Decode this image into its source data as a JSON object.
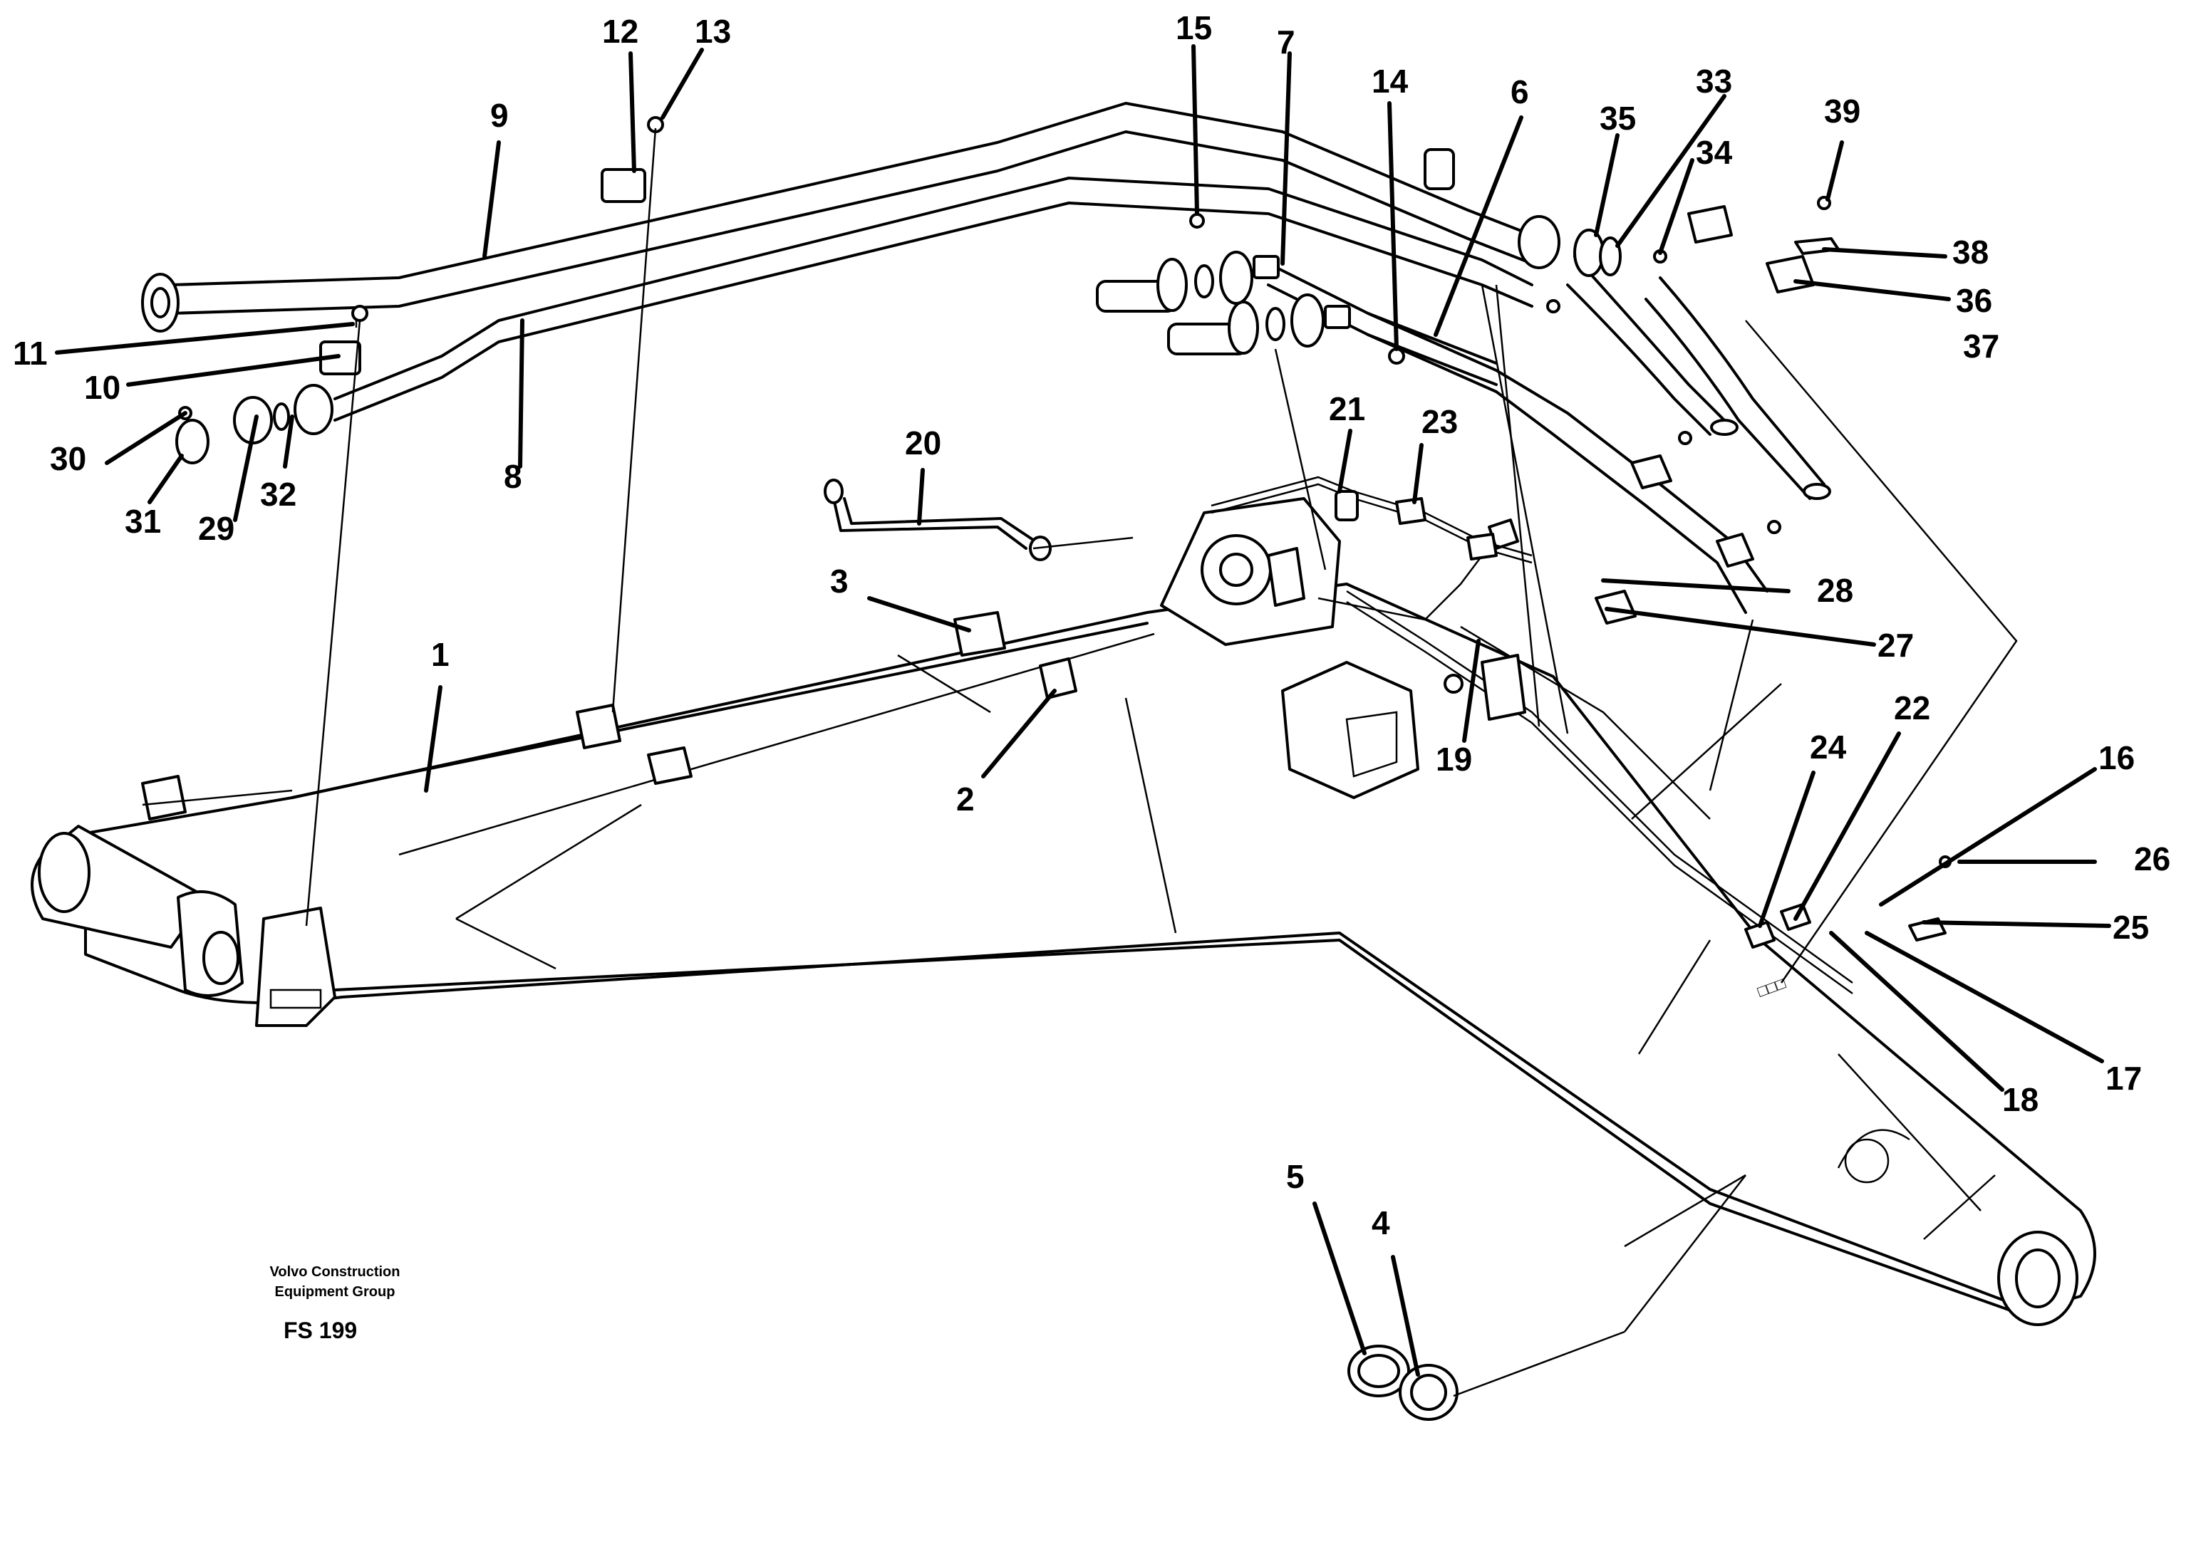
{
  "caption": {
    "company_line1": "Volvo Construction",
    "company_line2": "Equipment Group",
    "figure_code": "FS 199"
  },
  "callouts": [
    {
      "id": "c1",
      "text": "1"
    },
    {
      "id": "c2",
      "text": "2"
    },
    {
      "id": "c3",
      "text": "3"
    },
    {
      "id": "c4",
      "text": "4"
    },
    {
      "id": "c5",
      "text": "5"
    },
    {
      "id": "c6",
      "text": "6"
    },
    {
      "id": "c7",
      "text": "7"
    },
    {
      "id": "c8",
      "text": "8"
    },
    {
      "id": "c9",
      "text": "9"
    },
    {
      "id": "c10",
      "text": "10"
    },
    {
      "id": "c11",
      "text": "11"
    },
    {
      "id": "c12",
      "text": "12"
    },
    {
      "id": "c13",
      "text": "13"
    },
    {
      "id": "c14",
      "text": "14"
    },
    {
      "id": "c15",
      "text": "15"
    },
    {
      "id": "c16",
      "text": "16"
    },
    {
      "id": "c17",
      "text": "17"
    },
    {
      "id": "c18",
      "text": "18"
    },
    {
      "id": "c19",
      "text": "19"
    },
    {
      "id": "c20",
      "text": "20"
    },
    {
      "id": "c21",
      "text": "21"
    },
    {
      "id": "c22",
      "text": "22"
    },
    {
      "id": "c23",
      "text": "23"
    },
    {
      "id": "c24",
      "text": "24"
    },
    {
      "id": "c25",
      "text": "25"
    },
    {
      "id": "c26",
      "text": "26"
    },
    {
      "id": "c27",
      "text": "27"
    },
    {
      "id": "c28",
      "text": "28"
    },
    {
      "id": "c29",
      "text": "29"
    },
    {
      "id": "c30",
      "text": "30"
    },
    {
      "id": "c31",
      "text": "31"
    },
    {
      "id": "c32",
      "text": "32"
    },
    {
      "id": "c33",
      "text": "33"
    },
    {
      "id": "c34",
      "text": "34"
    },
    {
      "id": "c35",
      "text": "35"
    },
    {
      "id": "c36",
      "text": "36"
    },
    {
      "id": "c37",
      "text": "37"
    },
    {
      "id": "c38",
      "text": "38"
    },
    {
      "id": "c39",
      "text": "39"
    }
  ]
}
